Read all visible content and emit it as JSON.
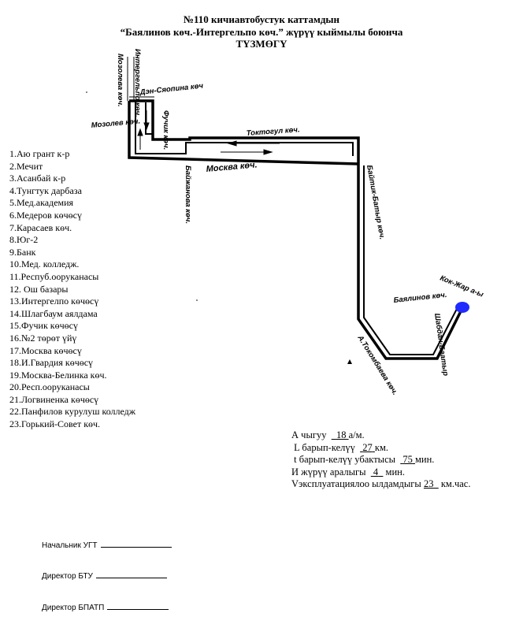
{
  "header": {
    "line1": "№110 кичиавтобустук каттамдын",
    "line2": "“Баялинов көч.-Интергельпо көч.” жүрүү кыймылы боюнча",
    "line3": "ТҮЗМӨГҮ"
  },
  "streets": {
    "mozoleva": "Мозолева көч.",
    "intergelpo": "Интергельпо көч.",
    "den_syaopin": "Дэн-Сяопина көч",
    "fuchik": "Фучик көч.",
    "mozolev": "Мозолев көч.",
    "toktogul": "Токтогул көч.",
    "moskva": "Москва көч.",
    "baitik_batyr": "Байтик-Батыр көч.",
    "baijanov": "Байжанова көч.",
    "bayalinov": "Баялинов көч.",
    "kok_jar": "Кок-Жар а-ы",
    "shabdan_baatyr": "Шабдан-Баатыр",
    "a_tokombaev": "А.Токомбаева көч."
  },
  "stops": [
    "1.Аю грант к-р",
    "2.Мечит",
    "3.Асанбай к-р",
    "4.Тунгтук дарбаза",
    "5.Мед.академия",
    "6.Медеров көчөсү",
    "7.Карасаев көч.",
    "8.Юг-2",
    "9.Банк",
    "10.Мед. колледж.",
    "11.Респуб.ооруканасы",
    "12. Ош базары",
    "13.Интергелпо көчөсү",
    "14.Шлагбаум аялдама",
    "15.Фучик көчөсү",
    "16.№2 төрөт үйү",
    "17.Москва көчөсү",
    "18.И.Гвардия көчөсү",
    "19.Москва-Белинка көч.",
    "20.Респ.ооруканасы",
    "21.Логвиненка көчөсү",
    "22.Панфилов курулуш колледж",
    "23.Горький-Совет көч."
  ],
  "stats": {
    "a_prefix": "А чыгуу",
    "a_value": "18",
    "a_unit": "а/м.",
    "l_prefix": "L барып-келүү",
    "l_value": "27",
    "l_unit": "км.",
    "t_prefix": "t барып-келүү убактысы",
    "t_value": "75",
    "t_unit": "мин.",
    "i_prefix": "И жүрүү аралыгы",
    "i_value": "4",
    "i_unit": "мин.",
    "v_prefix": "Vэксплуатациялоо ылдамдыгы",
    "v_value": "23",
    "v_unit": "км.час."
  },
  "signatures": {
    "ugt": "Начальник УГТ",
    "btu": "Директор  БТУ",
    "bpatp": "Директор БПАТП"
  }
}
